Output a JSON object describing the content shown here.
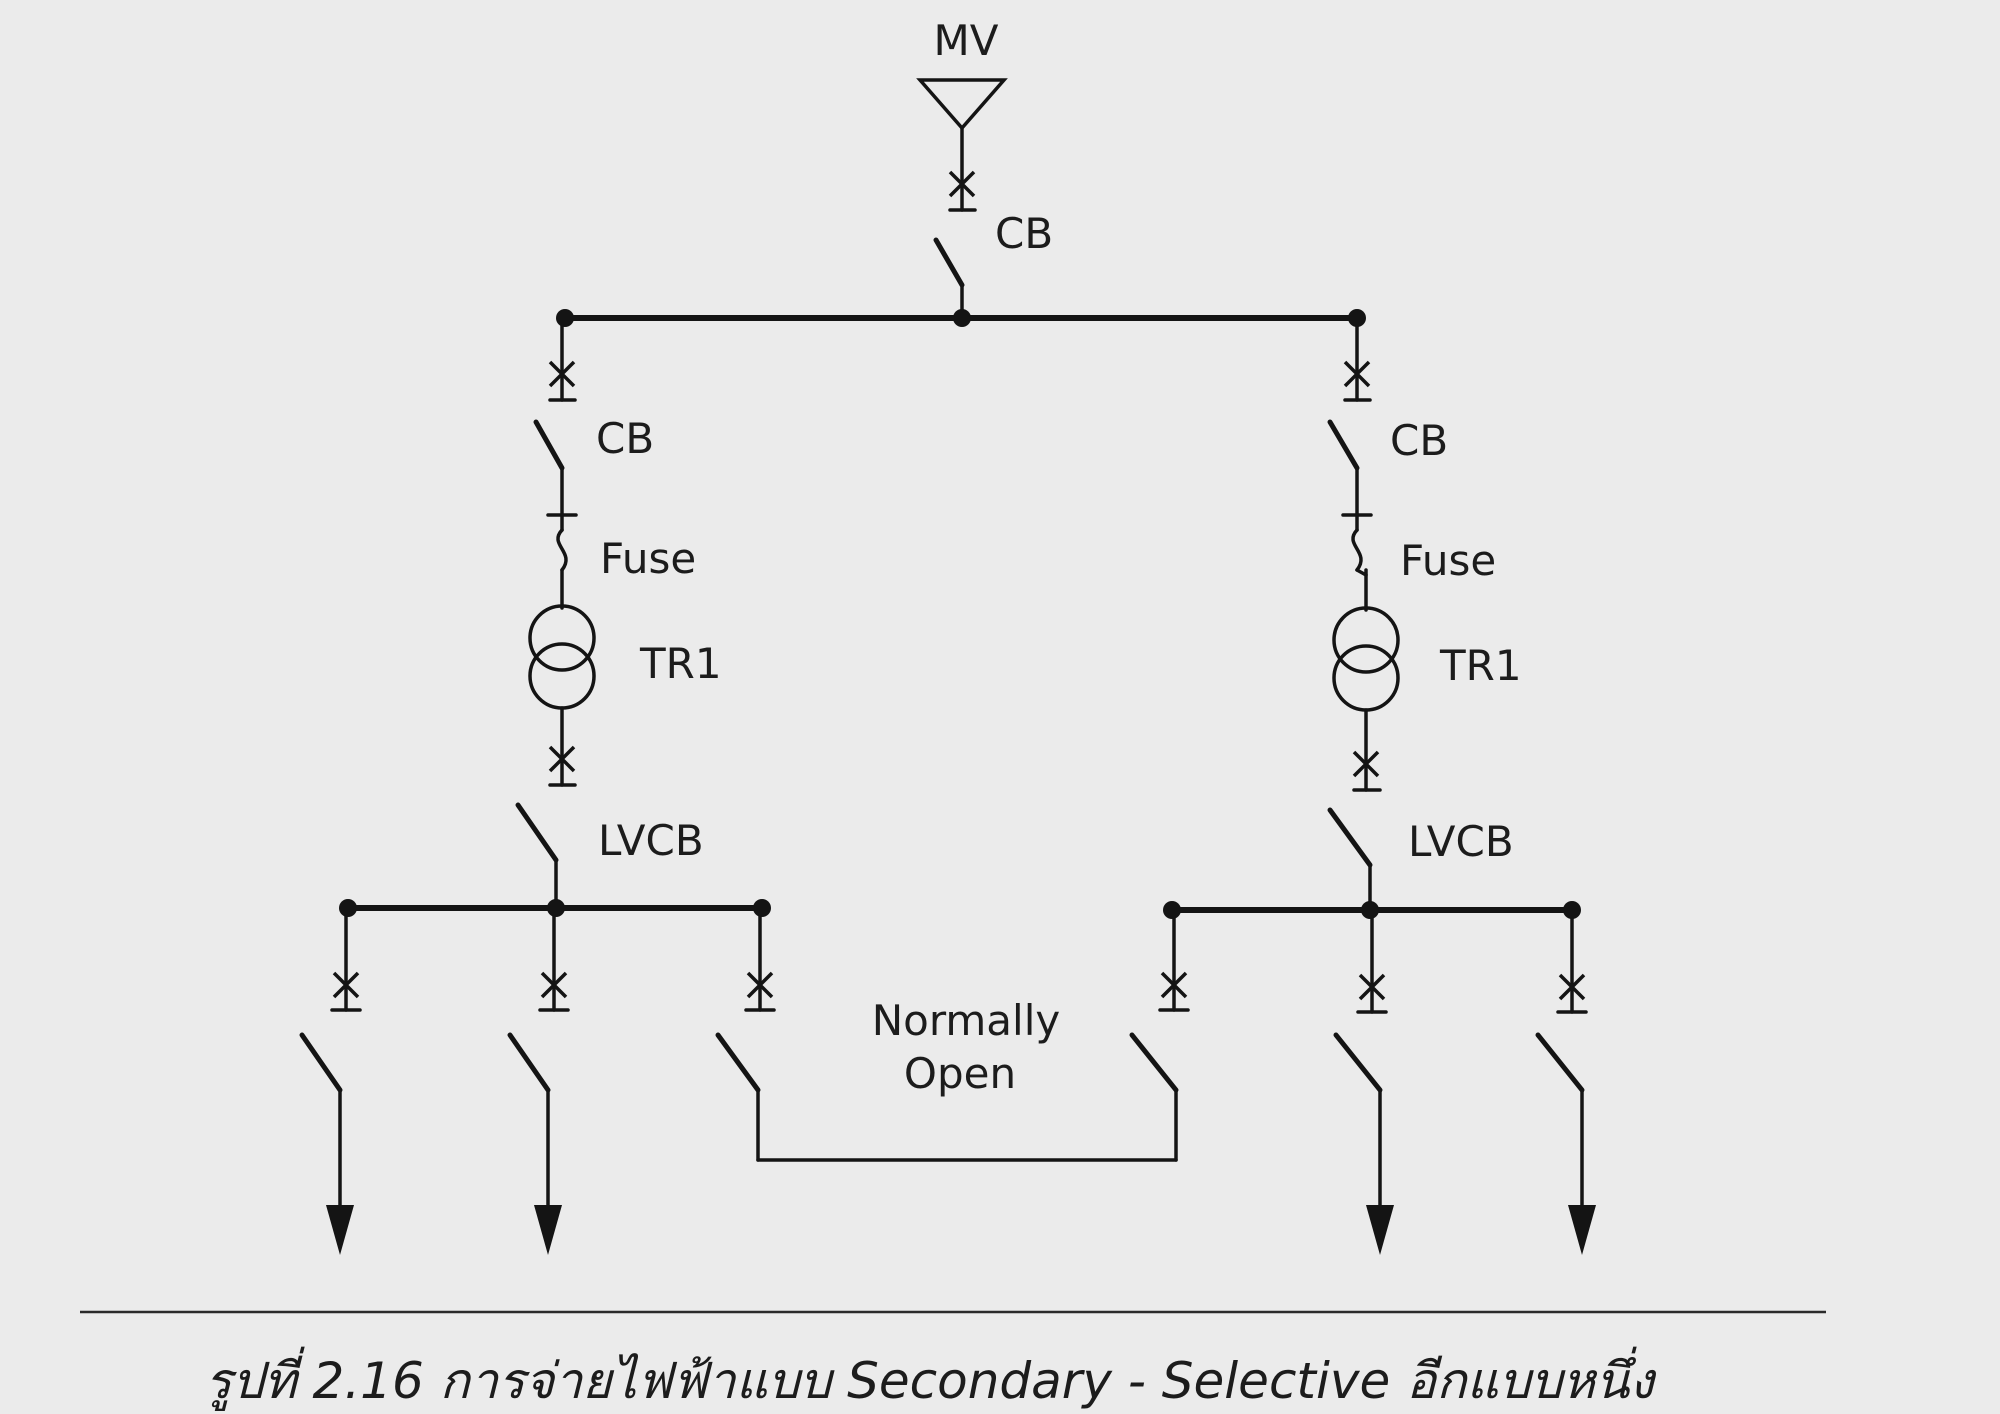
{
  "diagram": {
    "source_label": "MV",
    "main_breaker_label": "CB",
    "left_branch": {
      "breaker_label": "CB",
      "fuse_label": "Fuse",
      "transformer_label": "TR1",
      "lv_breaker_label": "LVCB"
    },
    "right_branch": {
      "breaker_label": "CB",
      "fuse_label": "Fuse",
      "transformer_label": "TR1",
      "lv_breaker_label": "LVCB"
    },
    "tie_label_line1": "Normally",
    "tie_label_line2": "Open"
  },
  "caption": {
    "text": "รูปที่ 2.16  การจ่ายไฟฟ้าแบบ Secondary - Selective  อีกแบบหนึ่ง"
  }
}
